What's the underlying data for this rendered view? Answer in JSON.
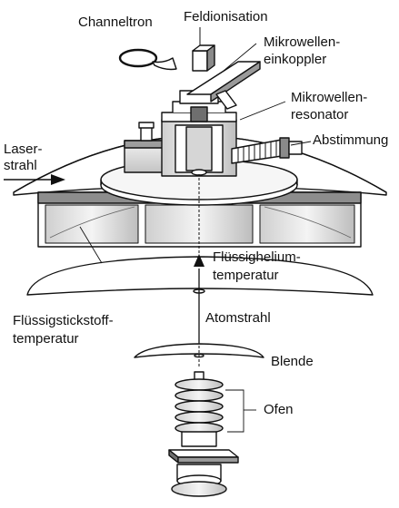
{
  "labels": {
    "channeltron": "Channeltron",
    "feldionisation": "Feldionisation",
    "einkoppler_1": "Mikrowellen-",
    "einkoppler_2": "einkoppler",
    "resonator_1": "Mikrowellen-",
    "resonator_2": "resonator",
    "abstimmung": "Abstimmung",
    "laser_1": "Laser-",
    "laser_2": "strahl",
    "helium_1": "Flüssighelium-",
    "helium_2": "temperatur",
    "stickstoff_1": "Flüssigstickstoff-",
    "stickstoff_2": "temperatur",
    "atomstrahl": "Atomstrahl",
    "blende": "Blende",
    "ofen": "Ofen"
  },
  "colors": {
    "line": "#111111",
    "fill": "#ffffff",
    "shade": "#d9d9d9",
    "dark": "#9a9a9a"
  }
}
